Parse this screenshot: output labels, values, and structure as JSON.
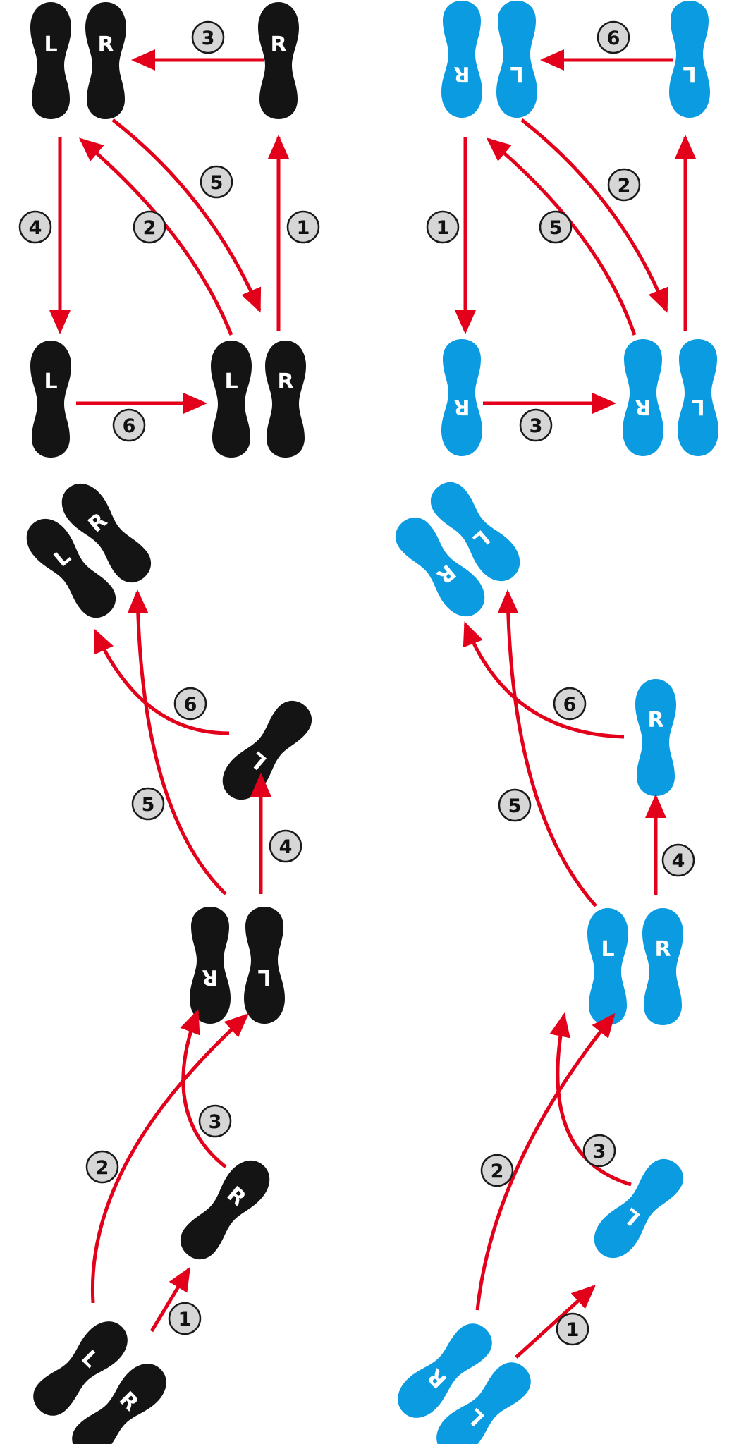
{
  "colors": {
    "leader_foot": "#141414",
    "follower_foot": "#0a9be0",
    "arrow": "#e2001a",
    "badge_fill": "#d6d6d6",
    "badge_stroke": "#1a1a1a",
    "foot_text": "#ffffff"
  },
  "labels": {
    "left": "L",
    "right": "R"
  },
  "step_numbers": [
    "1",
    "2",
    "3",
    "4",
    "5",
    "6"
  ]
}
